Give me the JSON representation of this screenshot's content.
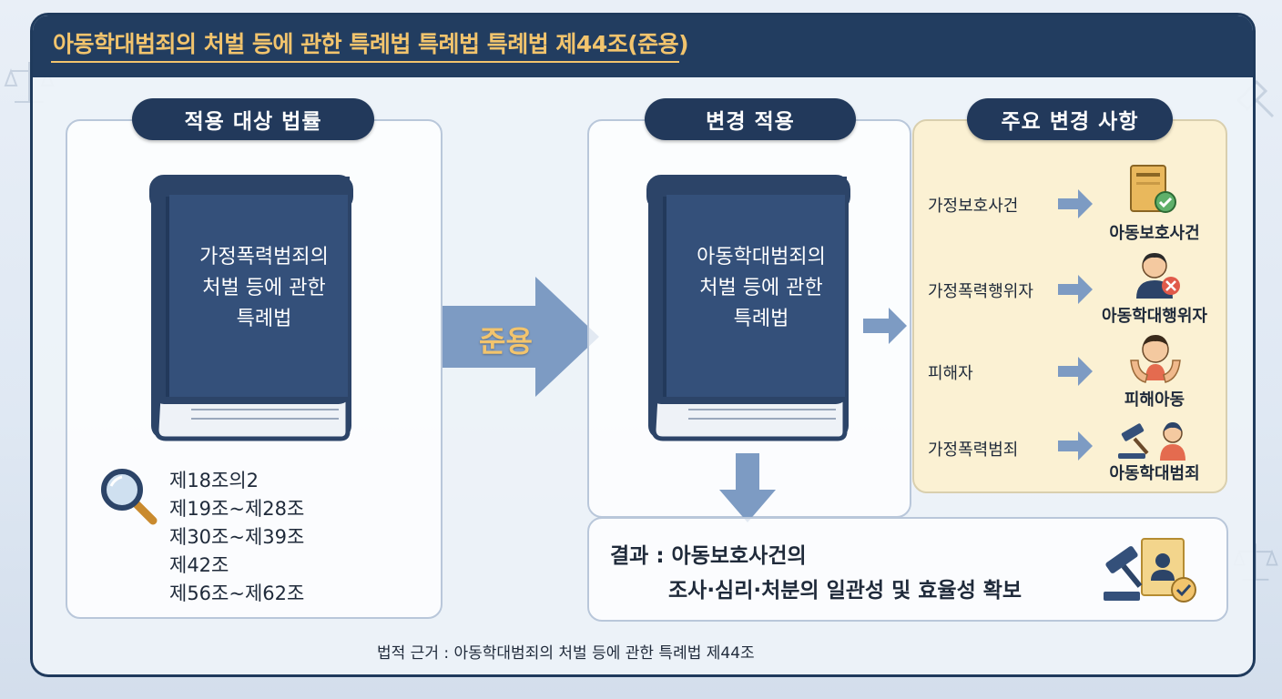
{
  "header": {
    "title": "아동학대범죄의 처벌 등에 관한 특례법 특례법 특례법 제44조(준용)"
  },
  "left_panel": {
    "pill": "적용 대상 법률",
    "book_title": "가정폭력범죄의\n처벌 등에 관한\n특례법",
    "articles": [
      "제18조의2",
      "제19조~제28조",
      "제30조~제39조",
      "제42조",
      "제56조~제62조"
    ]
  },
  "main_arrow": {
    "label": "준용"
  },
  "middle_panel": {
    "pill": "변경 적용",
    "book_title": "아동학대범죄의\n처벌 등에 관한\n특례법"
  },
  "changes_panel": {
    "pill": "주요 변경 사항",
    "items": [
      {
        "from": "가정보호사건",
        "to": "아동보호사건",
        "icon": "document-check-icon"
      },
      {
        "from": "가정폭력행위자",
        "to": "아동학대행위자",
        "icon": "offender-icon"
      },
      {
        "from": "피해자",
        "to": "피해아동",
        "icon": "protected-child-icon"
      },
      {
        "from": "가정폭력범죄",
        "to": "아동학대범죄",
        "icon": "gavel-child-icon"
      }
    ]
  },
  "result": {
    "line1": "결과 : 아동보호사건의",
    "line2": "조사·심리·처분의 일관성 및 효율성 확보"
  },
  "footer": {
    "text": "법적 근거 : 아동학대범죄의 처벌 등에 관한 특례법 제44조"
  },
  "colors": {
    "navy": "#223d60",
    "gold": "#f2c46d",
    "arrow": "#7d9bc3",
    "changes_bg": "#fbf1d3"
  }
}
